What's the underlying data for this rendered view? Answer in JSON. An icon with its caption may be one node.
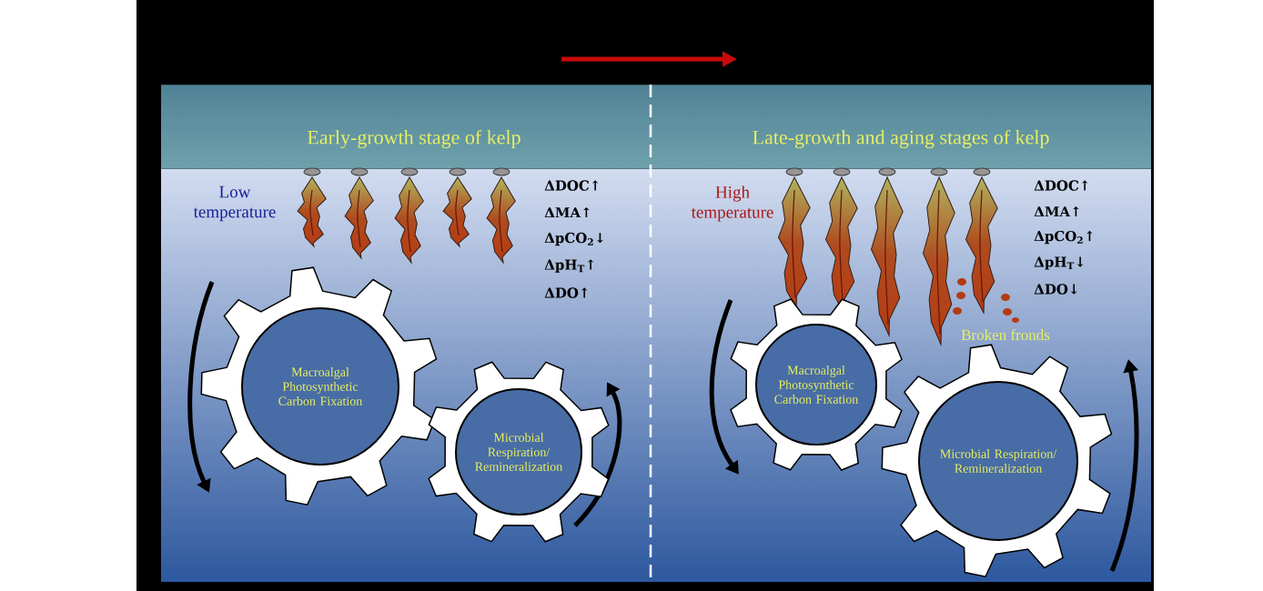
{
  "diagram": {
    "nodes": [
      {
        "text": [
          "Macroalgal Photosynthetic Carbon Fixation"
        ]
      },
      {
        "text": [
          "Microbial Respiration/ Remineralization"
        ]
      },
      {
        "text": [
          "Macroalgal Photosynthetic Carbon Fixation"
        ]
      },
      {
        "text": [
          "Microbial Respiration/ Remineralization"
        ]
      }
    ],
    "labels": [
      "Early-growth stage of kelp",
      "Late-growth and aging stages of kelp",
      "Low temperature",
      "High temperature",
      "ΔDOC↑",
      "ΔMA↑",
      "ΔpCO$_{2}$↓",
      "ΔpH$_{T}$↑",
      "ΔDO↑",
      "ΔDOC↑",
      "ΔMA↑",
      "ΔpCO$_{2}$↑",
      "ΔpH$_{T}$↓",
      "ΔDO↓",
      "Broken fronds"
    ]
  }
}
